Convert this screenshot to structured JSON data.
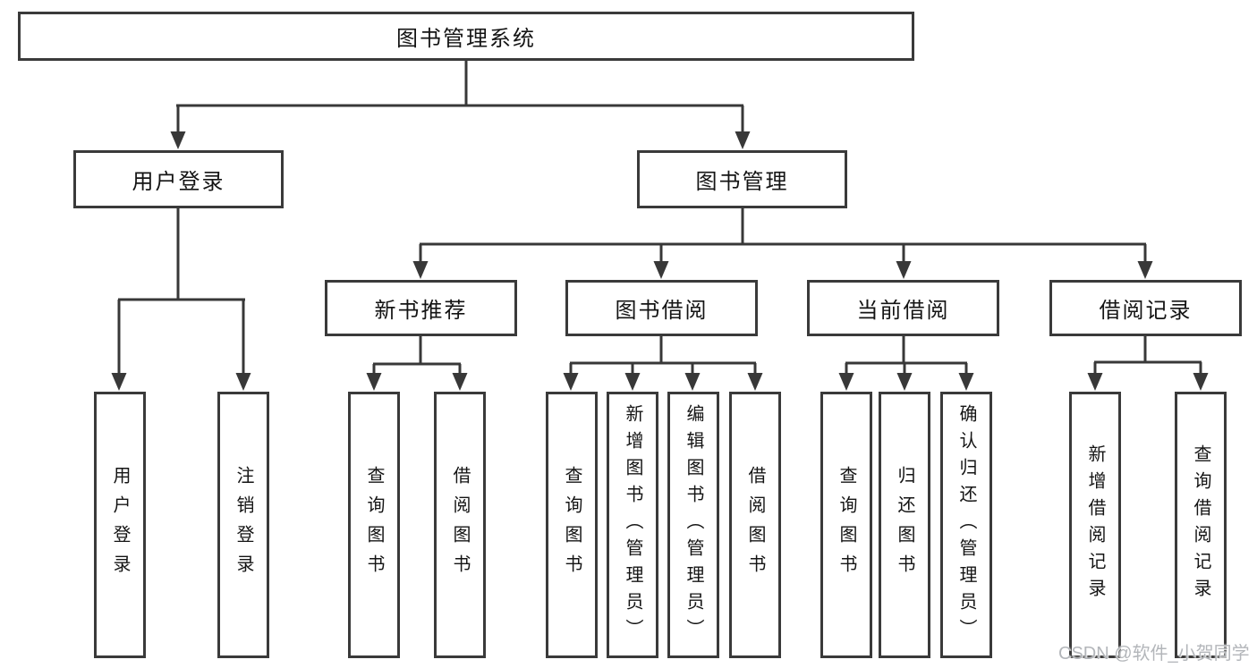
{
  "diagram": {
    "root": {
      "label": "图书管理系统"
    },
    "branches": [
      {
        "label": "用户登录",
        "children": [
          {
            "label": "用户登录"
          },
          {
            "label": "注销登录"
          }
        ]
      },
      {
        "label": "图书管理",
        "children": [
          {
            "label": "新书推荐",
            "children": [
              {
                "label": "查询图书"
              },
              {
                "label": "借阅图书"
              }
            ]
          },
          {
            "label": "图书借阅",
            "children": [
              {
                "label": "查询图书"
              },
              {
                "label": "新增图书（管理员）"
              },
              {
                "label": "编辑图书（管理员）"
              },
              {
                "label": "借阅图书"
              }
            ]
          },
          {
            "label": "当前借阅",
            "children": [
              {
                "label": "查询图书"
              },
              {
                "label": "归还图书"
              },
              {
                "label": "确认归还（管理员）"
              }
            ]
          },
          {
            "label": "借阅记录",
            "children": [
              {
                "label": "新增借阅记录"
              },
              {
                "label": "查询借阅记录"
              }
            ]
          }
        ]
      }
    ]
  },
  "watermark": {
    "text": "CSDN @软件_小贺同学"
  },
  "colors": {
    "line": "#383838",
    "box_border": "#3a3a3a",
    "text": "#141414",
    "background": "#ffffff",
    "watermark": "#b3b6ba"
  }
}
